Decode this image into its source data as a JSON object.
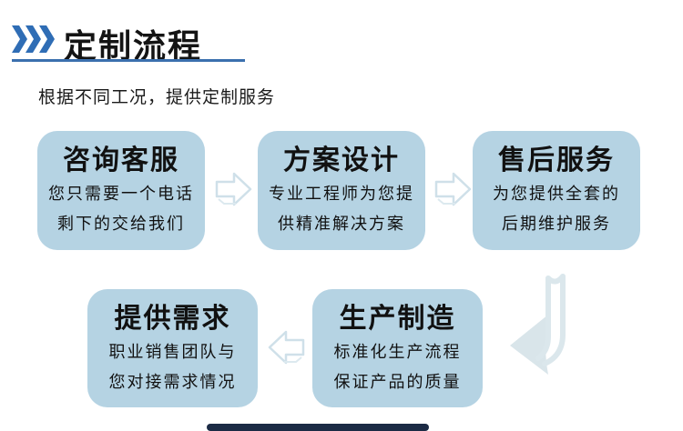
{
  "header": {
    "title": "定制流程",
    "subtitle": "根据不同工况，提供定制服务",
    "accent_color": "#2f6db5",
    "underline_color": "#3b70ae"
  },
  "flow": {
    "box_fill_color": "#b5d3e3",
    "outline_arrow_color": "#cfe0e9",
    "curved_arrow_color": "#dbe7ec",
    "steps": [
      {
        "title": "咨询客服",
        "line1": "您只需要一个电话",
        "line2": "剩下的交给我们"
      },
      {
        "title": "方案设计",
        "line1": "专业工程师为您提",
        "line2": "供精准解决方案"
      },
      {
        "title": "售后服务",
        "line1": "为您提供全套的",
        "line2": "后期维护服务"
      },
      {
        "title": "提供需求",
        "line1": "职业销售团队与",
        "line2": "您对接需求情况"
      },
      {
        "title": "生产制造",
        "line1": "标准化生产流程",
        "line2": "保证产品的质量"
      }
    ]
  },
  "footer": {
    "bar_color": "#1c2b45"
  }
}
